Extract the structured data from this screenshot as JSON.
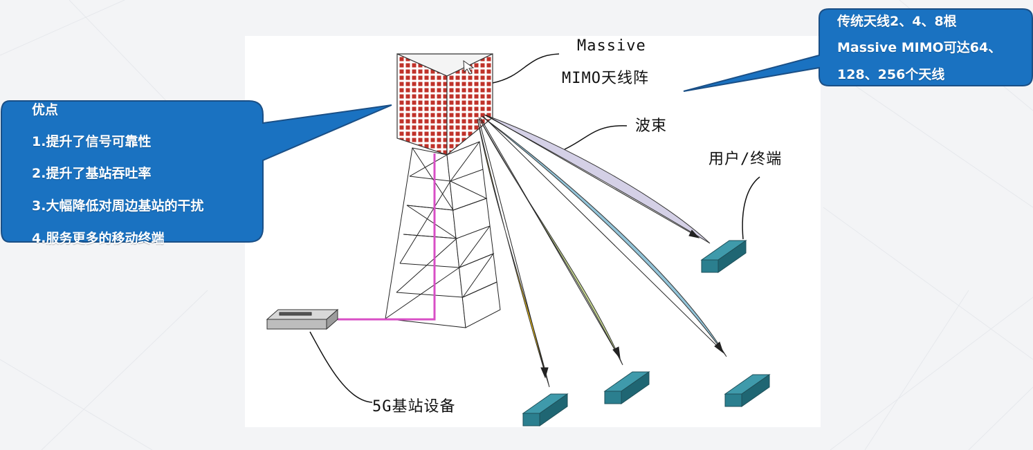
{
  "theme": {
    "callout_fill": "#1a72c1",
    "callout_border": "#1a4f86",
    "tower_red": "#c0322a",
    "beam_colors": [
      "#f5c518",
      "#c6d690",
      "#93c4d8",
      "#d4d0e6"
    ],
    "terminal_color": "#2b7f8f",
    "cable_color": "#d84fc6"
  },
  "callout_left": {
    "title": "优点",
    "items": [
      "1.提升了信号可靠性",
      "2.提升了基站吞吐率",
      "3.大幅降低对周边基站的干扰",
      "4.服务更多的移动终端"
    ]
  },
  "callout_right": {
    "lines": [
      "传统天线2、4、8根",
      "Massive MIMO可达64、",
      "128、256个天线"
    ]
  },
  "labels": {
    "antenna_line1": "Massive",
    "antenna_line2": "MIMO天线阵",
    "beam": "波束",
    "terminal": "用户/终端",
    "base_station": "5G基站设备"
  }
}
